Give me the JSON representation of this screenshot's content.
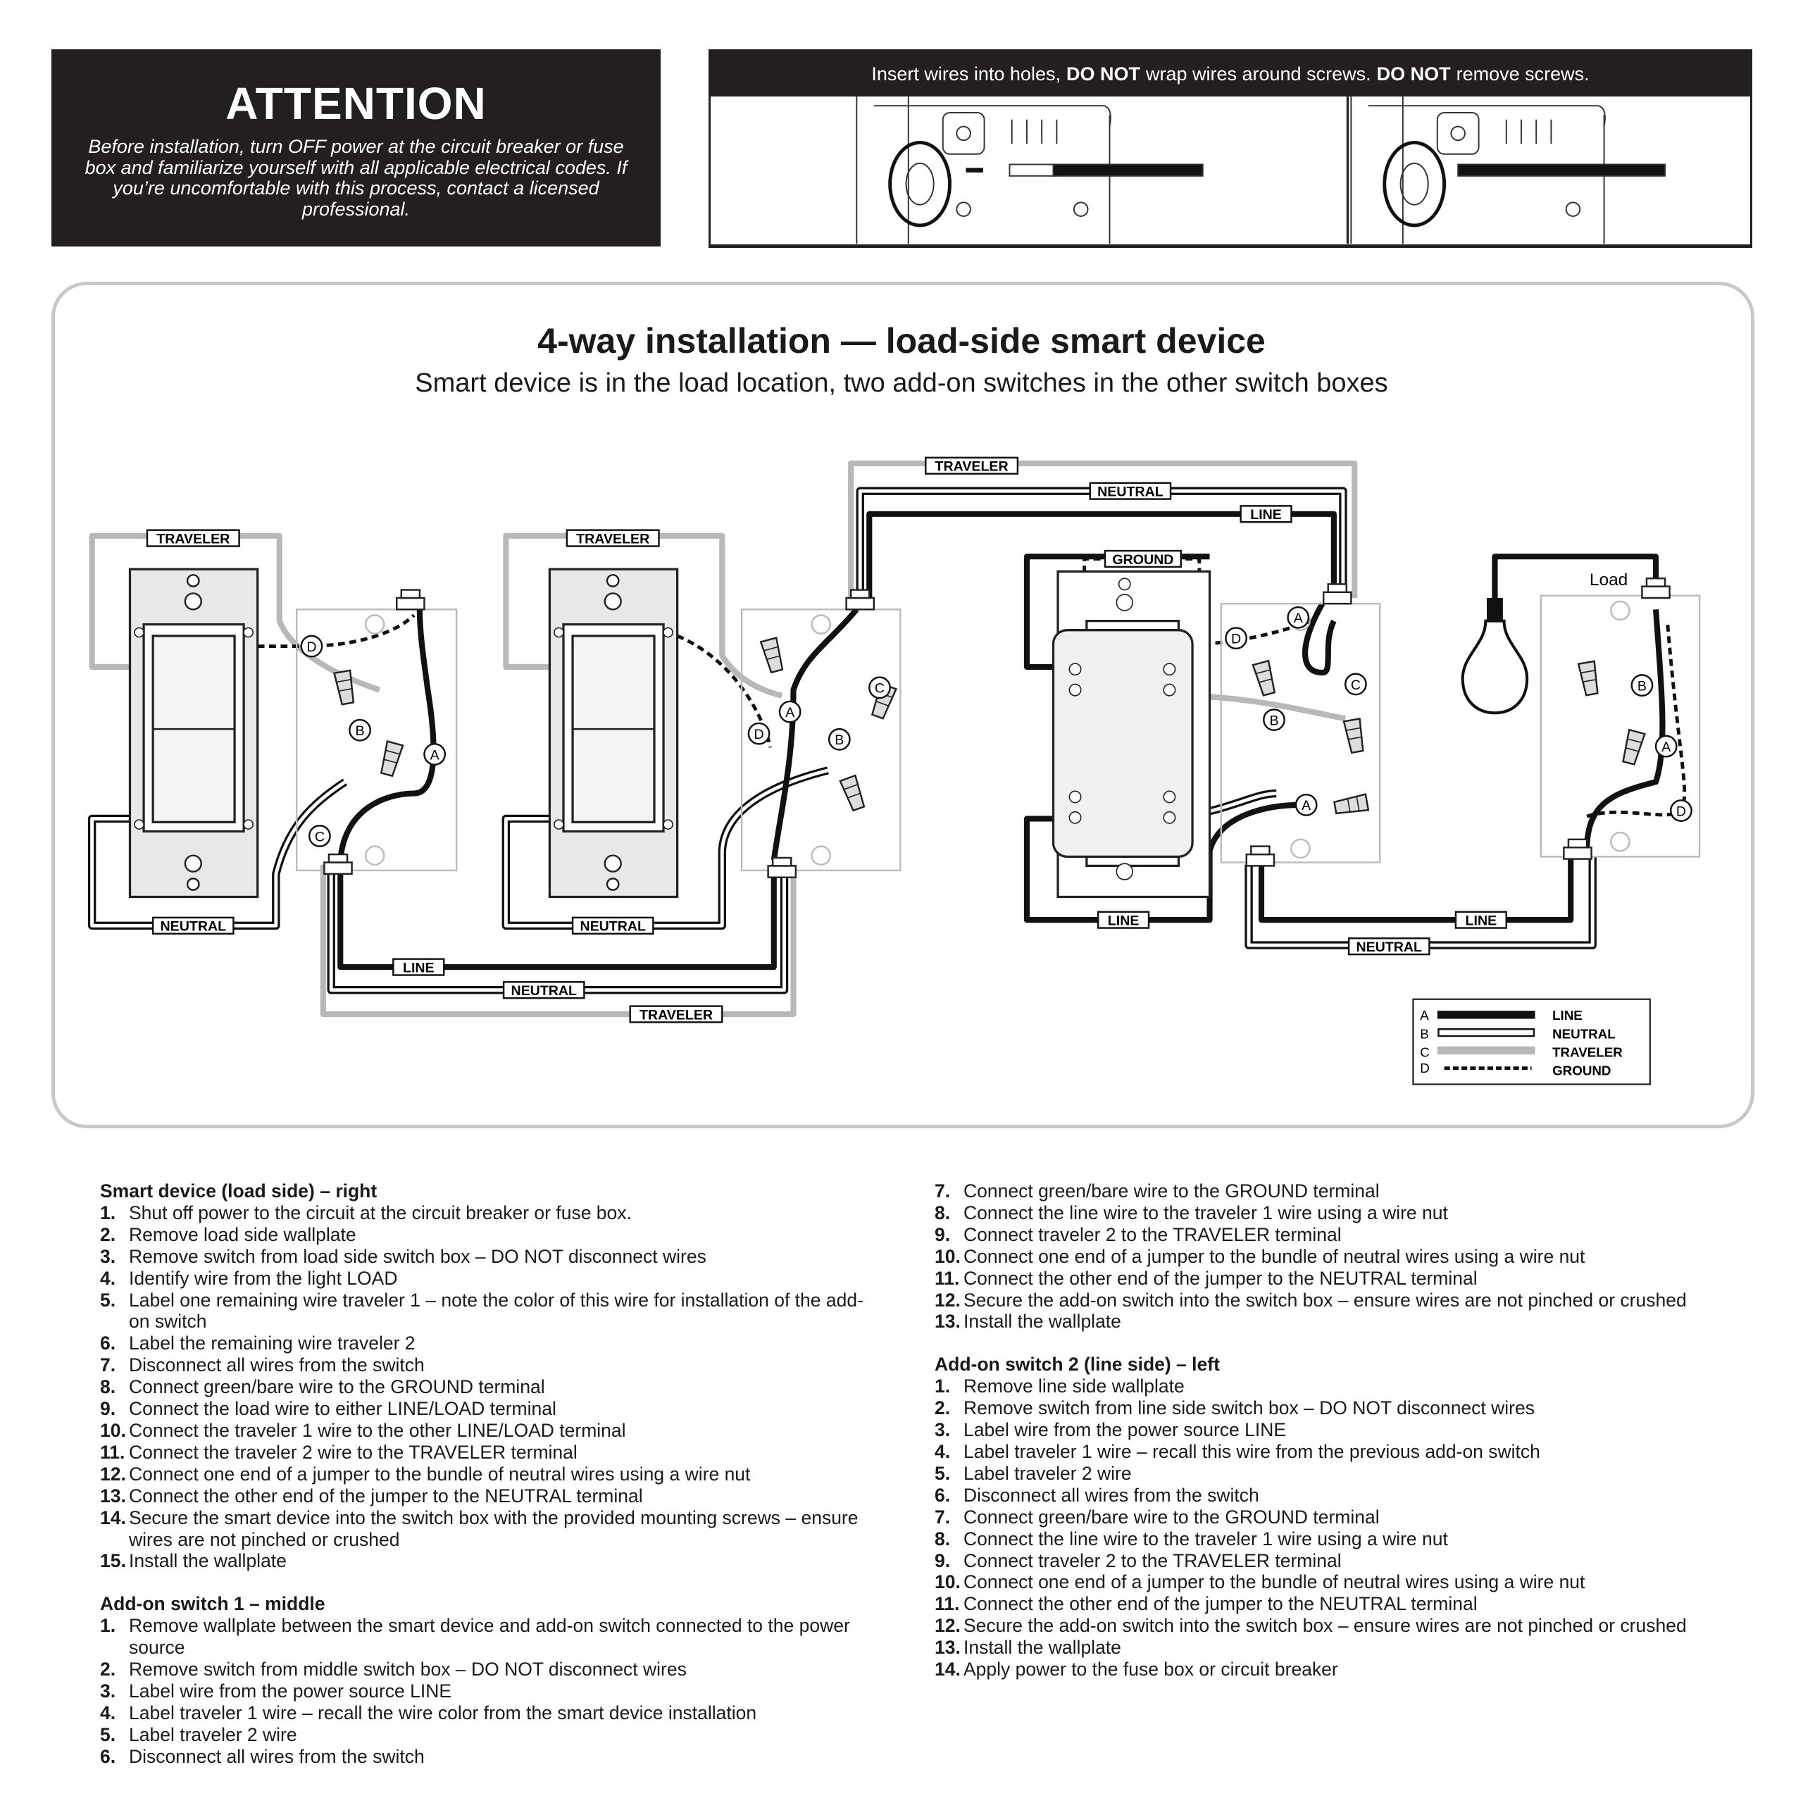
{
  "attention": {
    "title": "ATTENTION",
    "body": "Before installation, turn OFF power at the circuit breaker or fuse box and familiarize yourself with all applicable electrical codes. If you’re uncomfortable with this process, contact a licensed professional."
  },
  "insert_notice": {
    "part1": "Insert wires into holes,",
    "bold1": "DO NOT",
    "part2": "wrap wires around screws.",
    "bold2": "DO NOT",
    "part3": "remove screws."
  },
  "diagram": {
    "title": "4-way installation — load-side smart device",
    "subtitle": "Smart device is in the load location, two add-on switches in the other switch boxes",
    "load_label": "Load"
  },
  "legend": {
    "items": [
      {
        "letter": "A",
        "label": "LINE",
        "color": "#1a1a1a"
      },
      {
        "letter": "B",
        "label": "NEUTRAL",
        "color": "#ffffff"
      },
      {
        "letter": "C",
        "label": "TRAVELER",
        "color": "#b8b8b8"
      },
      {
        "letter": "D",
        "label": "GROUND",
        "color": "#1a1a1a"
      }
    ]
  },
  "instructions": {
    "columns": [
      [
        {
          "heading": "Smart device (load side) – right",
          "steps": [
            {
              "n": "1.",
              "text": "Shut off power to the circuit at the circuit breaker or fuse box."
            },
            {
              "n": "2.",
              "text": "Remove load side wallplate"
            },
            {
              "n": "3.",
              "text": "Remove switch from load side switch box – DO NOT disconnect wires"
            },
            {
              "n": "4.",
              "text": "Identify wire from the light LOAD"
            },
            {
              "n": "5.",
              "text": "Label one remaining wire traveler 1 – note the color of this wire for installation of the add-on switch"
            },
            {
              "n": "6.",
              "text": "Label the remaining wire traveler 2"
            },
            {
              "n": "7.",
              "text": "Disconnect all wires from the switch"
            },
            {
              "n": "8.",
              "text": "Connect green/bare wire to the GROUND terminal"
            },
            {
              "n": "9.",
              "text": "Connect the load wire to either LINE/LOAD terminal"
            },
            {
              "n": "10.",
              "text": "Connect the traveler 1 wire to the other LINE/LOAD terminal"
            },
            {
              "n": "11.",
              "text": "Connect the traveler 2 wire to the TRAVELER terminal"
            },
            {
              "n": "12.",
              "text": "Connect one end of a jumper to the bundle of neutral wires using a wire nut"
            },
            {
              "n": "13.",
              "text": "Connect the other end of the jumper to the NEUTRAL terminal"
            },
            {
              "n": "14.",
              "text": "Secure the smart device into the switch box with the provided mounting screws – ensure wires are not pinched or crushed"
            },
            {
              "n": "15.",
              "text": "Install the wallplate"
            }
          ]
        },
        {
          "heading": "Add-on switch 1 – middle",
          "steps": [
            {
              "n": "1.",
              "text": "Remove wallplate between the smart device and add-on switch connected to the power source"
            },
            {
              "n": "2.",
              "text": "Remove switch from middle switch box – DO NOT disconnect wires"
            },
            {
              "n": "3.",
              "text": "Label wire from the power source LINE"
            },
            {
              "n": "4.",
              "text": "Label traveler 1 wire – recall the wire color from the smart device installation"
            },
            {
              "n": "5.",
              "text": "Label traveler 2 wire"
            },
            {
              "n": "6.",
              "text": "Disconnect all wires from the switch"
            }
          ]
        }
      ],
      [
        {
          "heading": "",
          "steps": [
            {
              "n": "7.",
              "text": "Connect green/bare wire to the GROUND terminal"
            },
            {
              "n": "8.",
              "text": "Connect the line wire to the traveler 1 wire using a wire nut"
            },
            {
              "n": "9.",
              "text": "Connect traveler 2 to the TRAVELER terminal"
            },
            {
              "n": "10.",
              "text": "Connect one end of a jumper to the bundle of neutral wires using a wire nut"
            },
            {
              "n": "11.",
              "text": "Connect the other end of the jumper to the NEUTRAL terminal"
            },
            {
              "n": "12.",
              "text": "Secure the add-on switch into the switch box – ensure wires are not pinched or crushed"
            },
            {
              "n": "13.",
              "text": "Install the wallplate"
            }
          ]
        },
        {
          "heading": "Add-on switch 2 (line side) – left",
          "steps": [
            {
              "n": "1.",
              "text": "Remove line side wallplate"
            },
            {
              "n": "2.",
              "text": "Remove switch from line side switch box – DO NOT disconnect wires"
            },
            {
              "n": "3.",
              "text": "Label wire from the power source LINE"
            },
            {
              "n": "4.",
              "text": "Label traveler 1 wire – recall this wire from the previous add-on switch"
            },
            {
              "n": "5.",
              "text": "Label traveler 2 wire"
            },
            {
              "n": "6.",
              "text": "Disconnect all wires from the switch"
            },
            {
              "n": "7.",
              "text": "Connect green/bare wire to the GROUND terminal"
            },
            {
              "n": "8.",
              "text": "Connect the line wire to the traveler 1 wire using a wire nut"
            },
            {
              "n": "9.",
              "text": "Connect traveler 2 to the TRAVELER terminal"
            },
            {
              "n": "10.",
              "text": "Connect one end of a jumper to the bundle of neutral wires using a wire nut"
            },
            {
              "n": "11.",
              "text": "Connect the other end of the jumper to the NEUTRAL terminal"
            },
            {
              "n": "12.",
              "text": "Secure the add-on switch into the switch box – ensure wires are not pinched or crushed"
            },
            {
              "n": "13.",
              "text": "Install the wallplate"
            },
            {
              "n": "14.",
              "text": "Apply power to the fuse box or circuit breaker"
            }
          ]
        }
      ]
    ]
  }
}
